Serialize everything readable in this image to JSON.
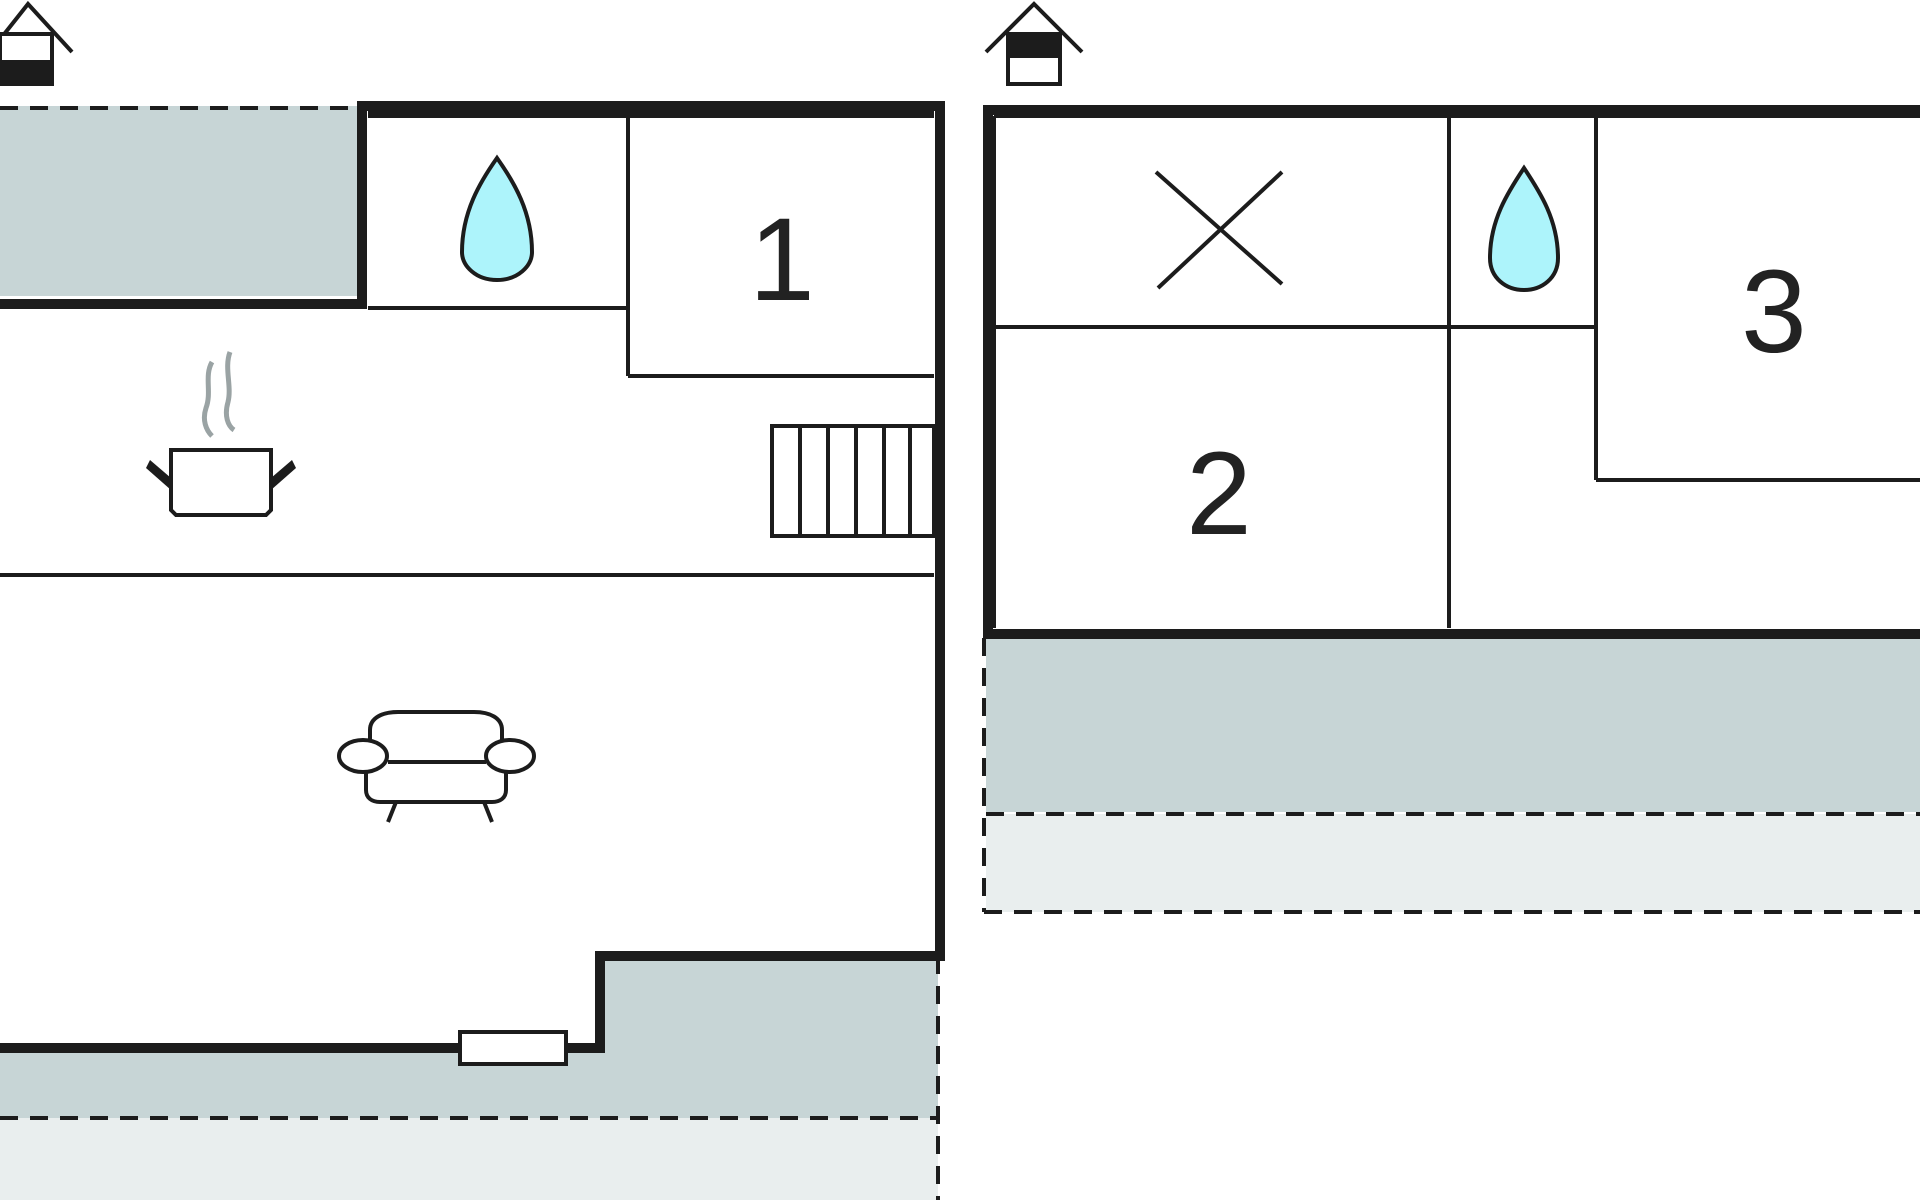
{
  "floor_plan": {
    "colors": {
      "wall": "#1c1c1c",
      "terrace": "#c7d5d6",
      "terrace_light": "#e9eeee",
      "water": "#adf4fb",
      "steam": "#9aa3a4",
      "background": "#ffffff"
    },
    "floors": [
      {
        "name": "ground-floor",
        "level_icon": "house-ground-floor-icon",
        "symbols": [
          "bathroom-water-drop-icon",
          "kitchen-pot-icon",
          "stairs-icon",
          "living-room-sofa-icon",
          "entrance-door-icon"
        ],
        "rooms": [
          {
            "label": "1",
            "type": "bedroom"
          }
        ]
      },
      {
        "name": "upper-floor",
        "level_icon": "house-upper-floor-icon",
        "symbols": [
          "void-cross-icon",
          "bathroom-water-drop-icon"
        ],
        "rooms": [
          {
            "label": "2",
            "type": "bedroom"
          },
          {
            "label": "3",
            "type": "bedroom"
          }
        ]
      }
    ]
  }
}
